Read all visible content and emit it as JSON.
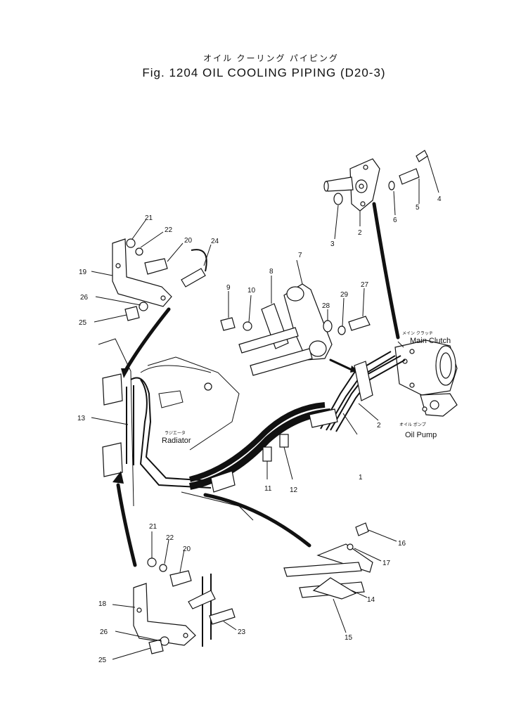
{
  "title": {
    "jp": "オイル クーリング パイピング",
    "main": "Fig. 1204 OIL COOLING PIPING (D20-3)"
  },
  "labels": {
    "main_clutch_jp": "メイン クラッチ",
    "main_clutch": "Main Clutch",
    "oil_pump_jp": "オイル ポンプ",
    "oil_pump": "Oil Pump",
    "radiator_jp": "ラジエータ",
    "radiator": "Radiator"
  },
  "callouts": {
    "c1": "1",
    "c2a": "2",
    "c2b": "2",
    "c3": "3",
    "c4": "4",
    "c5": "5",
    "c6": "6",
    "c7": "7",
    "c8": "8",
    "c9": "9",
    "c10": "10",
    "c11": "11",
    "c12": "12",
    "c13": "13",
    "c14": "14",
    "c15": "15",
    "c16": "16",
    "c17": "17",
    "c18": "18",
    "c19": "19",
    "c20a": "20",
    "c20b": "20",
    "c21a": "21",
    "c21b": "21",
    "c22a": "22",
    "c22b": "22",
    "c23": "23",
    "c24": "24",
    "c25a": "25",
    "c25b": "25",
    "c26a": "26",
    "c26b": "26",
    "c27": "27",
    "c28": "28",
    "c29": "29"
  }
}
